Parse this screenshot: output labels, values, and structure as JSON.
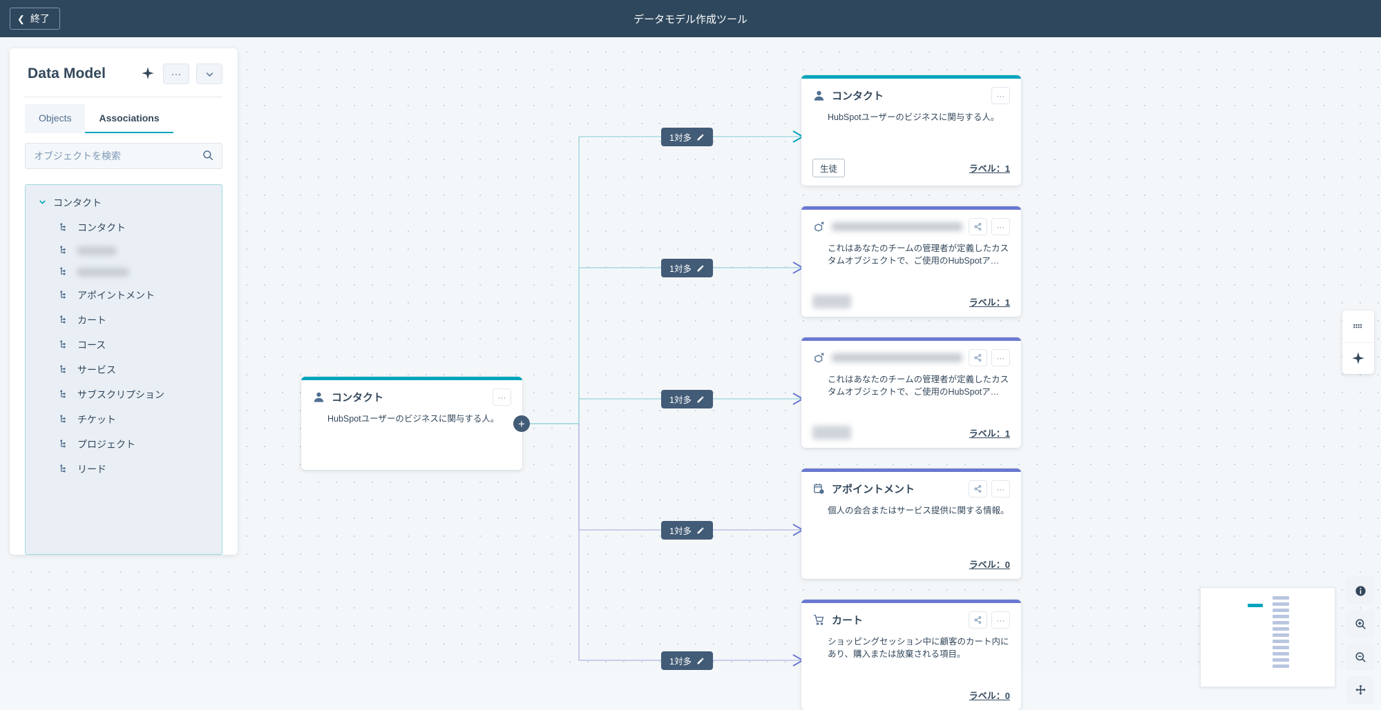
{
  "topbar": {
    "exit_label": "終了",
    "app_title": "データモデル作成ツール"
  },
  "panel": {
    "title": "Data Model",
    "sparkle_icon": "sparkle-icon",
    "more_label": "···",
    "collapse_icon": "chevron-down-icon",
    "tabs": [
      {
        "label": "Objects",
        "active": false
      },
      {
        "label": "Associations",
        "active": true
      }
    ],
    "search": {
      "placeholder": "オブジェクトを検索",
      "value": ""
    },
    "tree": {
      "root_label": "コンタクト",
      "items": [
        {
          "label": "コンタクト",
          "redacted": false,
          "blur_width": 0
        },
        {
          "label": "",
          "redacted": true,
          "blur_width": 56
        },
        {
          "label": "",
          "redacted": true,
          "blur_width": 74
        },
        {
          "label": "アポイントメント",
          "redacted": false,
          "blur_width": 0
        },
        {
          "label": "カート",
          "redacted": false,
          "blur_width": 0
        },
        {
          "label": "コース",
          "redacted": false,
          "blur_width": 0
        },
        {
          "label": "サービス",
          "redacted": false,
          "blur_width": 0
        },
        {
          "label": "サブスクリプション",
          "redacted": false,
          "blur_width": 0
        },
        {
          "label": "チケット",
          "redacted": false,
          "blur_width": 0
        },
        {
          "label": "プロジェクト",
          "redacted": false,
          "blur_width": 0
        },
        {
          "label": "リード",
          "redacted": false,
          "blur_width": 0
        }
      ]
    }
  },
  "canvas": {
    "source_node": {
      "title": "コンタクト",
      "description": "HubSpotユーザーのビジネスに関与する人。",
      "accent_color": "#00a4bd",
      "icon": "contact-icon",
      "more_label": "···"
    },
    "add_button_label": "+",
    "edge_labels": [
      {
        "text": "1対多"
      },
      {
        "text": "1対多"
      },
      {
        "text": "1対多"
      },
      {
        "text": "1対多"
      },
      {
        "text": "1対多"
      }
    ],
    "target_nodes": [
      {
        "title": "コンタクト",
        "title_redacted": false,
        "description": "HubSpotユーザーのビジネスに関与する人。",
        "accent_color": "#00a4bd",
        "icon": "contact-icon",
        "chip": "生徒",
        "chip_redacted": false,
        "has_share": false,
        "label_link": "ラベル：1"
      },
      {
        "title": "",
        "title_redacted": true,
        "description": "これはあなたのチームの管理者が定義したカスタムオブジェクトで、ご使用のHubSpotア…",
        "accent_color": "#6a78d1",
        "icon": "custom-object-icon",
        "chip": "",
        "chip_redacted": true,
        "has_share": true,
        "label_link": "ラベル：1"
      },
      {
        "title": "",
        "title_redacted": true,
        "description": "これはあなたのチームの管理者が定義したカスタムオブジェクトで、ご使用のHubSpotア…",
        "accent_color": "#6a78d1",
        "icon": "custom-object-icon",
        "chip": "",
        "chip_redacted": true,
        "has_share": true,
        "label_link": "ラベル：1"
      },
      {
        "title": "アポイントメント",
        "title_redacted": false,
        "description": "個人の会合またはサービス提供に関する情報。",
        "accent_color": "#6a78d1",
        "icon": "appointment-icon",
        "chip": "",
        "chip_redacted": false,
        "has_share": true,
        "label_link": "ラベル：0"
      },
      {
        "title": "カート",
        "title_redacted": false,
        "description": "ショッピングセッション中に顧客のカート内にあり、購入または放棄される項目。",
        "accent_color": "#6a78d1",
        "icon": "cart-icon",
        "chip": "",
        "chip_redacted": false,
        "has_share": true,
        "label_link": "ラベル：0"
      }
    ],
    "right_tools": [
      {
        "name": "grid-icon"
      },
      {
        "name": "sparkle-icon"
      }
    ],
    "zoom_tools": [
      {
        "name": "info-icon"
      },
      {
        "name": "zoom-in-icon"
      },
      {
        "name": "zoom-out-icon"
      },
      {
        "name": "fit-view-icon"
      }
    ]
  }
}
